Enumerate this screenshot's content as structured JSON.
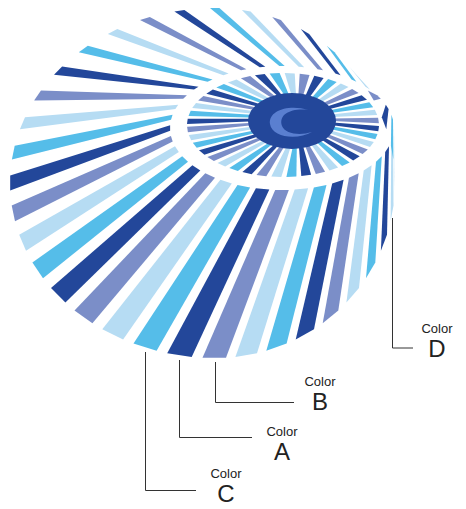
{
  "diagram": {
    "labels": [
      "Color",
      "D",
      "Color",
      "B",
      "Color",
      "A",
      "Color",
      "C"
    ]
  }
}
